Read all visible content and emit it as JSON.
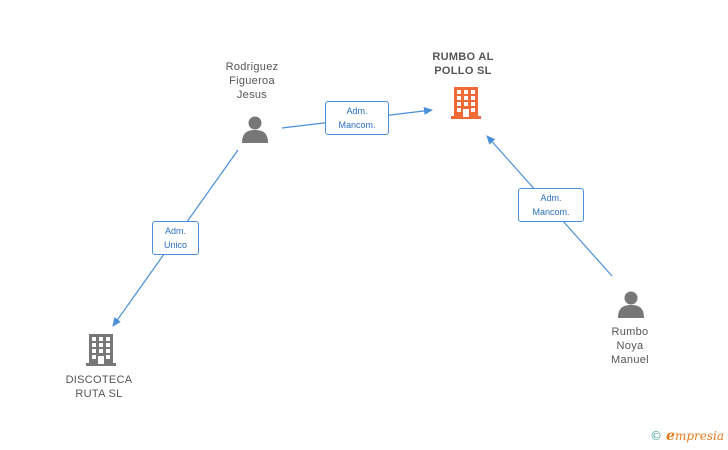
{
  "nodes": {
    "rodriguez": {
      "label": "Rodriguez\nFigueroa\nJesus",
      "type": "person"
    },
    "rumbo_al_pollo": {
      "label": "RUMBO AL\nPOLLO  SL",
      "type": "company-focus"
    },
    "discoteca": {
      "label": "DISCOTECA\nRUTA  SL",
      "type": "company"
    },
    "rumbo_noya": {
      "label": "Rumbo\nNoya\nManuel",
      "type": "person"
    }
  },
  "edges": {
    "e1": {
      "label": "Adm.\nMancom."
    },
    "e2": {
      "label": "Adm.\nUnico"
    },
    "e3": {
      "label": "Adm.\nMancom."
    }
  },
  "colors": {
    "edge": "#4a8fd8",
    "person_icon": "#777777",
    "company_icon": "#777777",
    "focus_icon": "#f06a35"
  },
  "footer": {
    "copyright": "©",
    "brand_initial": "e",
    "brand_rest": "mpresia"
  }
}
